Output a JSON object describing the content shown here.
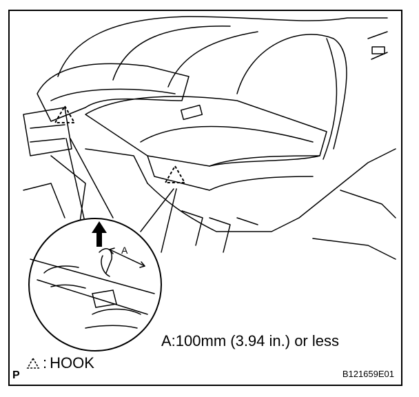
{
  "note": "A:100mm (3.94 in.) or less",
  "legend": {
    "symbol_icon": "dashed-triangle-icon",
    "label": "HOOK"
  },
  "figure_code": "B121659E01",
  "page_mark": "P"
}
